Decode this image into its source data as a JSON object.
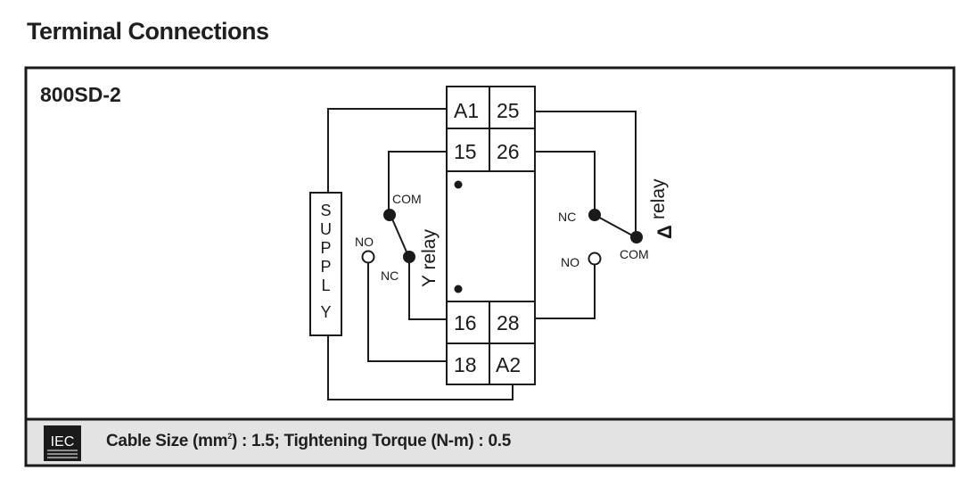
{
  "page_title": "Terminal Connections",
  "model": "800SD-2",
  "terminals": {
    "a1": "A1",
    "t25": "25",
    "t15": "15",
    "t26": "26",
    "t16": "16",
    "t28": "28",
    "t18": "18",
    "a2": "A2"
  },
  "supply_label": "SUPPLY",
  "supply_letters": [
    "S",
    "U",
    "P",
    "P",
    "L",
    "Y"
  ],
  "y_relay": {
    "label": "Y relay",
    "com": "COM",
    "no": "NO",
    "nc": "NC"
  },
  "delta_relay": {
    "symbol": "Δ",
    "label": "relay",
    "nc": "NC",
    "no": "NO",
    "com": "COM"
  },
  "footer": {
    "logo_text": "IEC",
    "cable_size_label": "Cable Size (mm",
    "cable_size_sup": "2",
    "cable_size_rest": ") : 1.5; Tightening Torque (N-m) : 0.5"
  },
  "colors": {
    "line": "#1a1a1a",
    "footer_bg": "#e3e3e3",
    "border": "#1a1a1a"
  }
}
